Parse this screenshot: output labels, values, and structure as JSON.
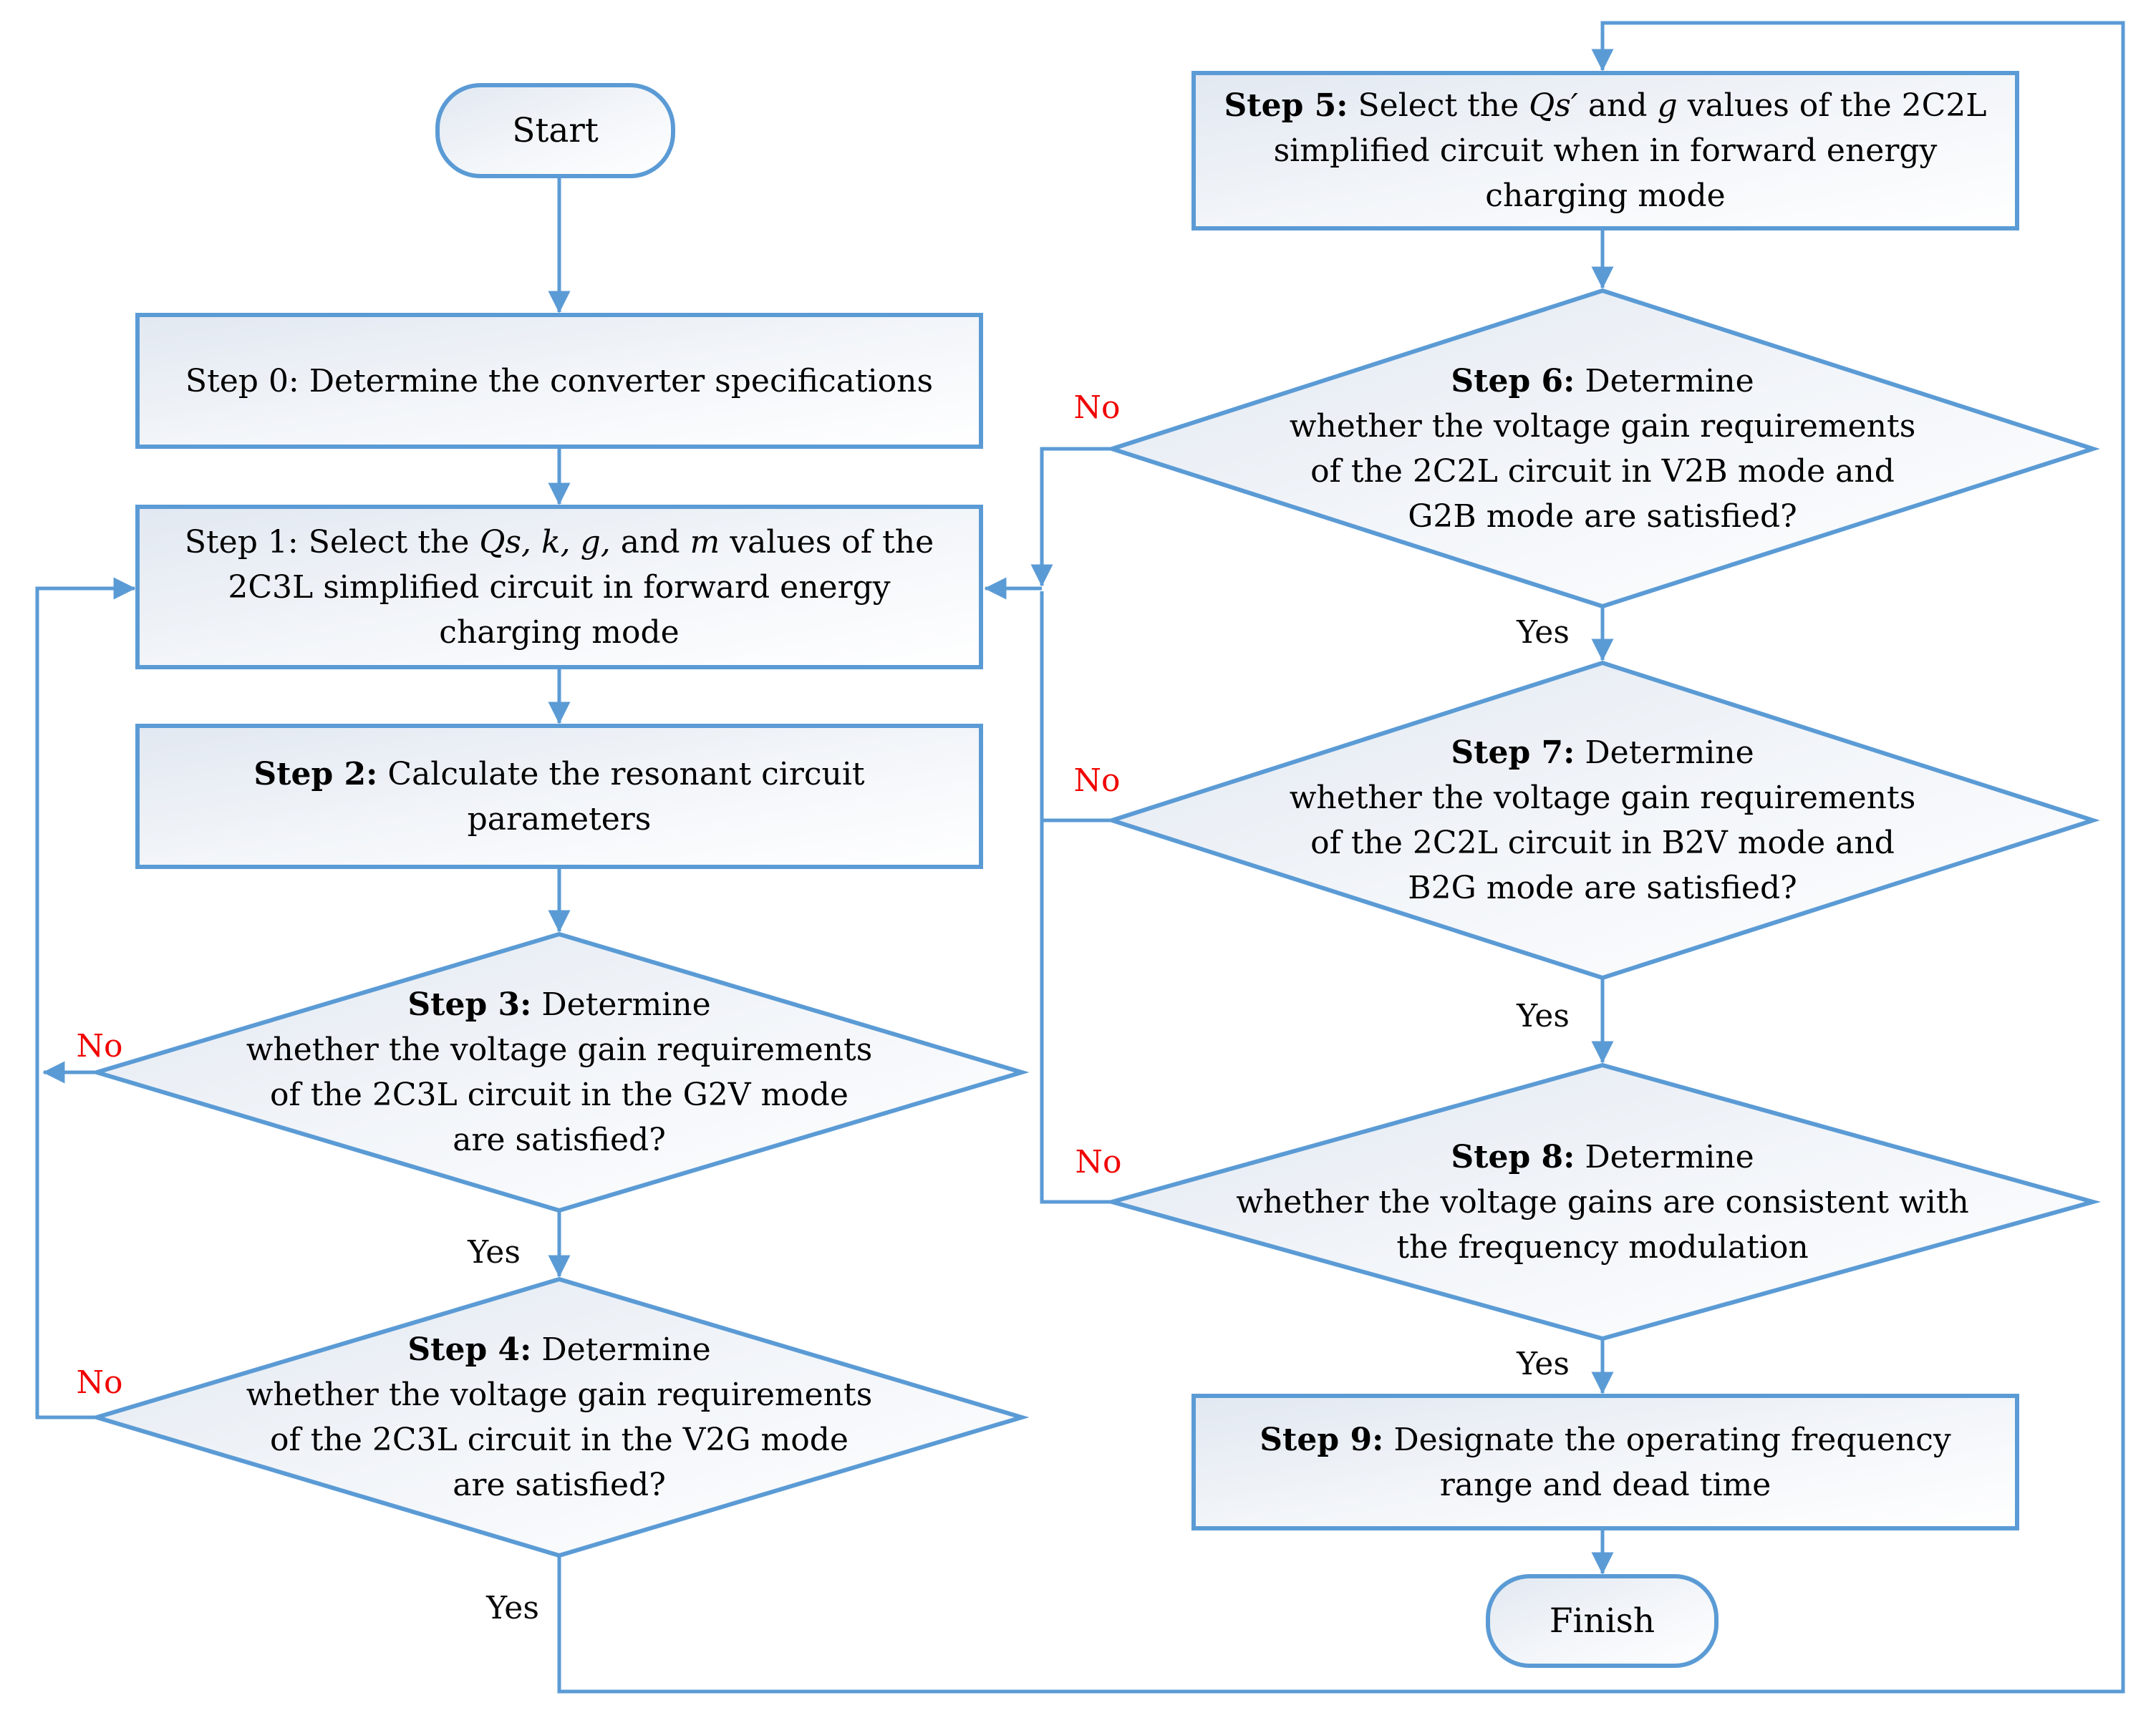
{
  "figure": {
    "type": "flowchart",
    "description": "Design procedure flowchart for a resonant converter (2C3L / 2C2L circuits)"
  },
  "colors": {
    "connector": "#5B9BD5",
    "shape_border": "#5B9BD5",
    "shape_fill_start": "#e2e8f1",
    "shape_fill_end": "#ffffff",
    "no_label": "#f00400",
    "yes_label": "#0a0a0a",
    "text": "#000000"
  },
  "nodes": {
    "start": {
      "label": "Start"
    },
    "step0": {
      "l1_pre": "Step 0:",
      "l1": " Determine the converter specifications"
    },
    "step1": {
      "l1_pre": "Step 1:",
      "l1a": " Select the ",
      "l1_i1": "Qs, k, g,",
      "l1b": " and ",
      "l1_i2": "m",
      "l1c": " values of the",
      "l2": "2C3L simplified circuit in forward energy",
      "l3": "charging mode"
    },
    "step2": {
      "l1_pre": "Step 2:",
      "l1": " Calculate the resonant circuit",
      "l2": "parameters"
    },
    "step3": {
      "l1_pre": "Step 3:",
      "l1": " Determine",
      "l2": "whether the voltage gain requirements",
      "l3": "of the 2C3L circuit in the G2V mode",
      "l4": "are satisfied?"
    },
    "step4": {
      "l1_pre": "Step 4:",
      "l1": " Determine",
      "l2": "whether the voltage gain requirements",
      "l3": "of the 2C3L circuit in the V2G mode",
      "l4": "are satisfied?"
    },
    "step5": {
      "l1_pre": "Step 5:",
      "l1a": " Select the ",
      "l1_i1": "Qs′",
      "l1b": " and ",
      "l1_i2": "g",
      "l1c": " values of the 2C2L",
      "l2": "simplified circuit when in forward energy",
      "l3": "charging mode"
    },
    "step6": {
      "l1_pre": "Step 6:",
      "l1": " Determine",
      "l2": "whether the voltage gain requirements",
      "l3": "of the 2C2L circuit in V2B mode and",
      "l4": "G2B mode are satisfied?"
    },
    "step7": {
      "l1_pre": "Step 7:",
      "l1": " Determine",
      "l2": "whether the voltage gain requirements",
      "l3": "of the 2C2L circuit in B2V mode and",
      "l4": "B2G mode are satisfied?"
    },
    "step8": {
      "l1_pre": "Step 8:",
      "l1": " Determine",
      "l2": "whether the voltage gains are consistent with",
      "l3": "the frequency modulation"
    },
    "step9": {
      "l1_pre": "Step 9:",
      "l1": " Designate the operating frequency",
      "l2": "range and dead time"
    },
    "finish": {
      "label": "Finish"
    }
  },
  "edge_labels": {
    "no_step3": "No",
    "no_step4": "No",
    "yes_step3_step4": "Yes",
    "yes_step4_loop": "Yes",
    "no_step6": "No",
    "no_step7": "No",
    "no_step8": "No",
    "yes_step6_step7": "Yes",
    "yes_step7_step8": "Yes",
    "yes_step8_step9": "Yes"
  }
}
